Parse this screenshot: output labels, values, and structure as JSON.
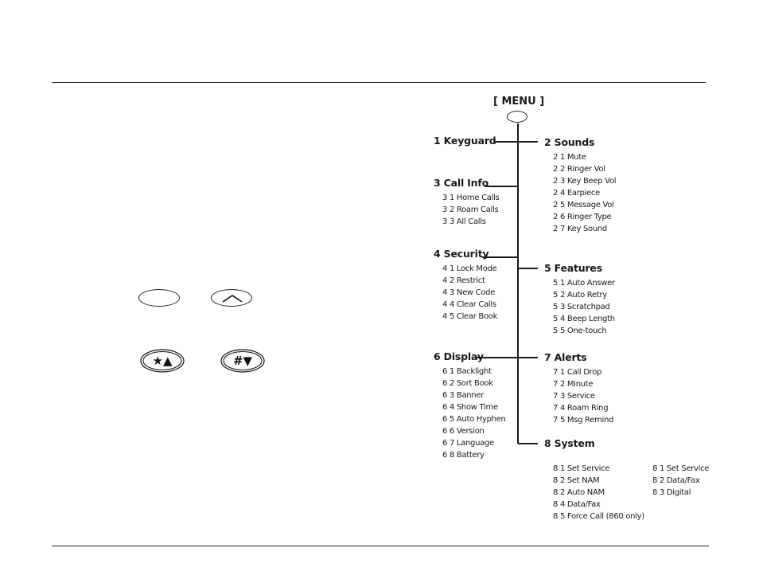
{
  "menu": {
    "label": "[ MENU ]"
  },
  "keys": {
    "star_up": "★▲",
    "hash_down": "#▼"
  },
  "tree": {
    "keyguard": {
      "title": "1 Keyguard"
    },
    "call_info": {
      "title": "3 Call Info",
      "items": [
        "3 1 Home Calls",
        "3 2 Roam Calls",
        "3 3 All Calls"
      ]
    },
    "security": {
      "title": "4 Security",
      "items": [
        "4 1 Lock Mode",
        "4 2 Restrict",
        "4 3 New Code",
        "4 4 Clear Calls",
        "4 5 Clear Book"
      ]
    },
    "display": {
      "title": "6 Display",
      "items": [
        "6 1 Backlight",
        "6 2 Sort Book",
        "6 3 Banner",
        "6 4 Show Time",
        "6 5 Auto Hyphen",
        "6 6 Version",
        "6 7 Language",
        "6 8 Battery"
      ]
    },
    "sounds": {
      "title": "2 Sounds",
      "items": [
        "2 1 Mute",
        "2 2 Ringer Vol",
        "2 3 Key Beep Vol",
        "2 4 Earpiece",
        "2 5 Message Vol",
        "2 6 Ringer Type",
        "2 7 Key Sound"
      ]
    },
    "features": {
      "title": "5 Features",
      "items": [
        "5 1 Auto Answer",
        "5 2 Auto Retry",
        "5 3 Scratchpad",
        "5 4 Beep Length",
        "5 5 One-touch"
      ]
    },
    "alerts": {
      "title": "7 Alerts",
      "items": [
        "7 1 Call Drop",
        "7 2 Minute",
        "7 3 Service",
        "7 4 Roam Ring",
        "7 5 Msg Remind"
      ]
    },
    "system": {
      "title": "8 System",
      "items_a": [
        "8 1 Set Service",
        "8 2 Set NAM",
        "8 2 Auto NAM",
        "8 4 Data/Fax",
        "8 5 Force Call (860 only)"
      ],
      "items_b": [
        "8 1 Set Service",
        "8 2 Data/Fax",
        "8 3 Digital"
      ]
    }
  }
}
